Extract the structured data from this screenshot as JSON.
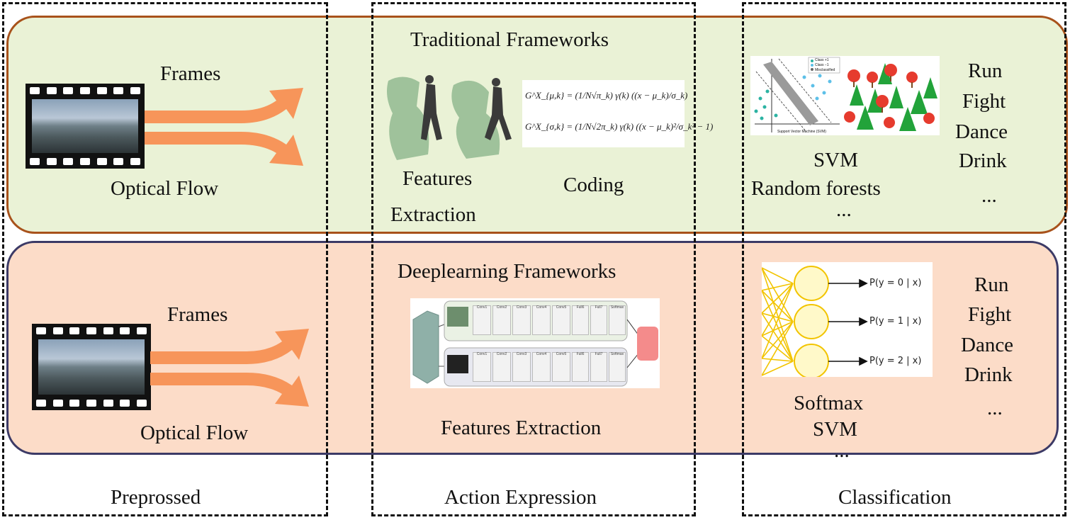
{
  "colors": {
    "top_panel_fill": "#eaf2d6",
    "top_panel_border": "#a8521b",
    "bottom_panel_fill": "#fcdcc8",
    "bottom_panel_border": "#3c3a66",
    "arrow": "#f7955a"
  },
  "top": {
    "frames": "Frames",
    "optical_flow": "Optical Flow",
    "title": "Traditional Frameworks",
    "features_line1": "Features",
    "features_line2": "Extraction",
    "coding": "Coding",
    "formula1": "G^X_{μ,k} = (1/N√π_k) γ(k) ((x − μ_k)/σ_k)",
    "formula2": "G^X_{σ,k} = (1/N√2π_k) γ(k) ((x − μ_k)²/σ_k² − 1)",
    "svm_legend": [
      "Class +1",
      "Class −1",
      "Misclassified"
    ],
    "svm_caption": "Support Vector Machine (SVM)",
    "cls_line1": "SVM",
    "cls_line2": "Random forests",
    "cls_line3": "...",
    "actions": [
      "Run",
      "Fight",
      "Dance",
      "Drink",
      "..."
    ]
  },
  "bottom": {
    "frames": "Frames",
    "optical_flow": "Optical Flow",
    "title": "Deeplearning Frameworks",
    "features": "Features Extraction",
    "cnn_labels": [
      "Conv1",
      "Conv2",
      "Conv3",
      "Conv4",
      "Conv5",
      "Full6",
      "Full7",
      "Softmax"
    ],
    "softmax_outputs": [
      "P(y = 0 | x)",
      "P(y = 1 | x)",
      "P(y = 2 | x)"
    ],
    "cls_line1": "Softmax",
    "cls_line2": "SVM",
    "cls_line3": "...",
    "actions": [
      "Run",
      "Fight",
      "Dance",
      "Drink",
      "..."
    ]
  },
  "columns": {
    "preprossed": "Preprossed",
    "action_expression": "Action Expression",
    "classification": "Classification"
  }
}
